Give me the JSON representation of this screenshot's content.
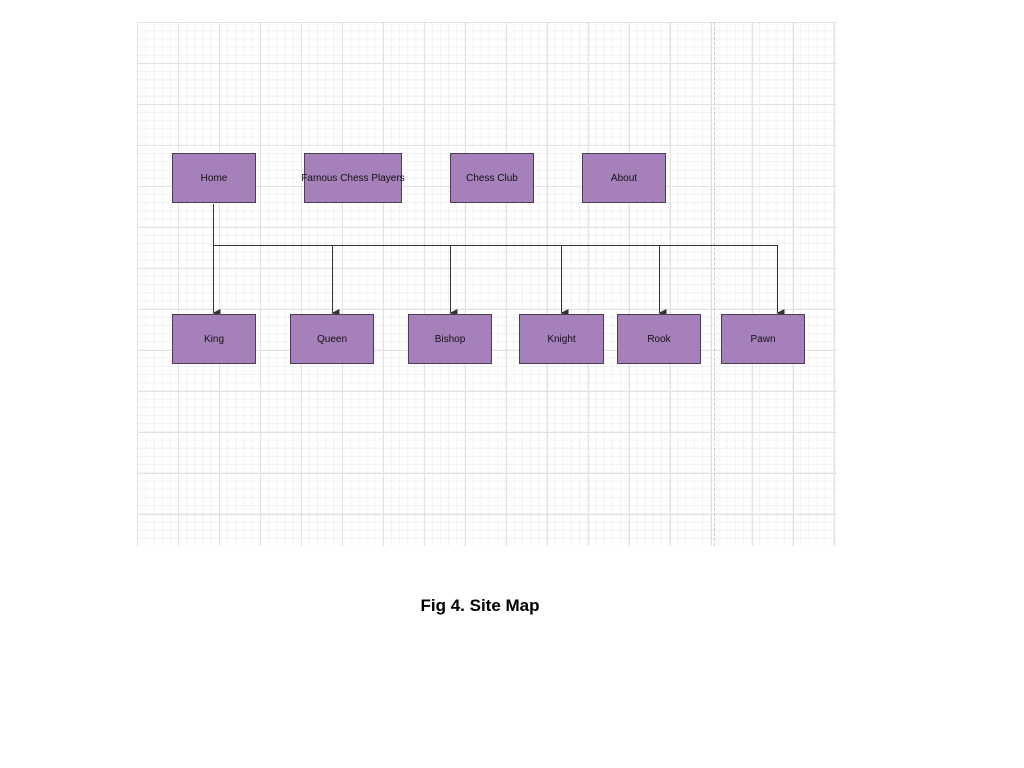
{
  "diagram": {
    "top_nodes": [
      {
        "id": "home",
        "label": "Home"
      },
      {
        "id": "famous-chess-players",
        "label": "Famous Chess Players"
      },
      {
        "id": "chess-club",
        "label": "Chess Club"
      },
      {
        "id": "about",
        "label": "About"
      }
    ],
    "child_nodes": [
      {
        "id": "king",
        "label": "King"
      },
      {
        "id": "queen",
        "label": "Queen"
      },
      {
        "id": "bishop",
        "label": "Bishop"
      },
      {
        "id": "knight",
        "label": "Knight"
      },
      {
        "id": "rook",
        "label": "Rook"
      },
      {
        "id": "pawn",
        "label": "Pawn"
      }
    ],
    "edges": [
      {
        "from": "home",
        "to": "king"
      },
      {
        "from": "home",
        "to": "queen"
      },
      {
        "from": "home",
        "to": "bishop"
      },
      {
        "from": "home",
        "to": "knight"
      },
      {
        "from": "home",
        "to": "rook"
      },
      {
        "from": "home",
        "to": "pawn"
      }
    ],
    "colors": {
      "node_fill": "#a680bb",
      "node_border": "#4a3c55",
      "edge": "#333333"
    }
  },
  "caption": "Fig 4. Site Map"
}
